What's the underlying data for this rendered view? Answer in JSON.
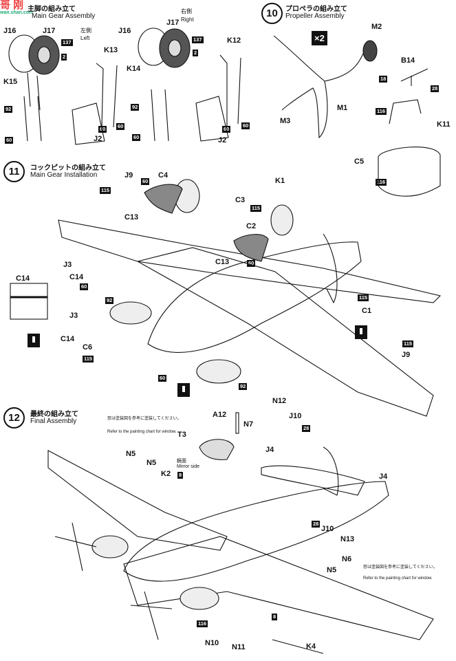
{
  "watermark": {
    "logo": "哥 刚",
    "url": "wan.shan.com"
  },
  "step9": {
    "title_jp": "主脚の組み立て",
    "title_en": "Main Gear Assembly",
    "left_jp": "左側",
    "left_en": "Left",
    "right_jp": "右側",
    "right_en": "Right"
  },
  "step10": {
    "number": "10",
    "title_jp": "プロペラの組み立て",
    "title_en": "Propeller Assembly",
    "qty": "×2"
  },
  "step11": {
    "number": "11",
    "title_jp": "コックピットの組み立て",
    "title_en": "Main Gear Installation"
  },
  "step12": {
    "number": "12",
    "title_jp": "最終の組み立て",
    "title_en": "Final Assembly",
    "mirror_jp": "鏡面",
    "mirror_en": "Mirror side"
  },
  "note": {
    "jp": "窓は塗装図を参考に塗装してください。",
    "en": "Refer to the painting chart for window."
  },
  "parts": [
    "J16",
    "J17",
    "137",
    "2",
    "K15",
    "92",
    "K13",
    "60",
    "J2",
    "K14",
    "K12",
    "M2",
    "18",
    "B14",
    "28",
    "M1",
    "M3",
    "116",
    "K11",
    "C5",
    "J9",
    "115",
    "C4",
    "K1",
    "C3",
    "C13",
    "C2",
    "J3",
    "C14",
    "C6",
    "C1",
    "N12",
    "A12",
    "J10",
    "N7",
    "T3",
    "J4",
    "N5",
    "K2",
    "8",
    "N13",
    "N6",
    "N10",
    "N11",
    "K4"
  ]
}
